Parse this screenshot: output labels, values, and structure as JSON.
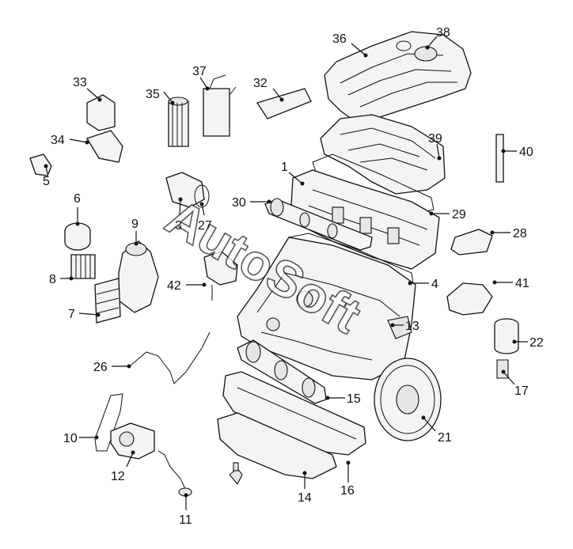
{
  "watermark": "AutoSoft",
  "callouts": [
    {
      "id": "c1",
      "label": "1"
    },
    {
      "id": "c3",
      "label": "3"
    },
    {
      "id": "c4",
      "label": "4"
    },
    {
      "id": "c5",
      "label": "5"
    },
    {
      "id": "c6",
      "label": "6"
    },
    {
      "id": "c7",
      "label": "7"
    },
    {
      "id": "c8",
      "label": "8"
    },
    {
      "id": "c9",
      "label": "9"
    },
    {
      "id": "c10",
      "label": "10"
    },
    {
      "id": "c11",
      "label": "11"
    },
    {
      "id": "c12",
      "label": "12"
    },
    {
      "id": "c13",
      "label": "13"
    },
    {
      "id": "c14",
      "label": "14"
    },
    {
      "id": "c15",
      "label": "15"
    },
    {
      "id": "c16",
      "label": "16"
    },
    {
      "id": "c17",
      "label": "17"
    },
    {
      "id": "c21",
      "label": "21"
    },
    {
      "id": "c22",
      "label": "22"
    },
    {
      "id": "c26",
      "label": "26"
    },
    {
      "id": "c27",
      "label": "27"
    },
    {
      "id": "c28",
      "label": "28"
    },
    {
      "id": "c29",
      "label": "29"
    },
    {
      "id": "c30",
      "label": "30"
    },
    {
      "id": "c32",
      "label": "32"
    },
    {
      "id": "c33",
      "label": "33"
    },
    {
      "id": "c34",
      "label": "34"
    },
    {
      "id": "c35",
      "label": "35"
    },
    {
      "id": "c36",
      "label": "36"
    },
    {
      "id": "c37",
      "label": "37"
    },
    {
      "id": "c38",
      "label": "38"
    },
    {
      "id": "c39",
      "label": "39"
    },
    {
      "id": "c40",
      "label": "40"
    },
    {
      "id": "c41",
      "label": "41"
    },
    {
      "id": "c42",
      "label": "42"
    }
  ]
}
